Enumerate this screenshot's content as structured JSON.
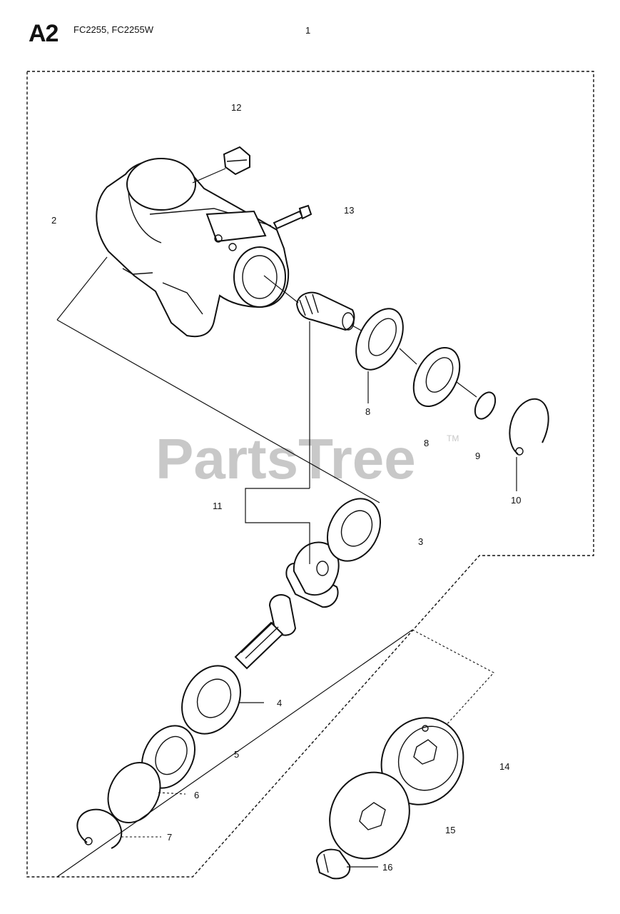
{
  "header": {
    "section_code": "A2",
    "model_codes": "FC2255, FC2255W",
    "group_number": "1"
  },
  "watermark": {
    "text": "PartsTree",
    "trademark": "TM"
  },
  "callouts": [
    {
      "id": "c12",
      "label": "12"
    },
    {
      "id": "c2",
      "label": "2"
    },
    {
      "id": "c13",
      "label": "13"
    },
    {
      "id": "c8a",
      "label": "8"
    },
    {
      "id": "c8b",
      "label": "8"
    },
    {
      "id": "c9",
      "label": "9"
    },
    {
      "id": "c10",
      "label": "10"
    },
    {
      "id": "c11",
      "label": "11"
    },
    {
      "id": "c3",
      "label": "3"
    },
    {
      "id": "c4",
      "label": "4"
    },
    {
      "id": "c5",
      "label": "5"
    },
    {
      "id": "c6",
      "label": "6"
    },
    {
      "id": "c7",
      "label": "7"
    },
    {
      "id": "c14",
      "label": "14"
    },
    {
      "id": "c15",
      "label": "15"
    },
    {
      "id": "c16",
      "label": "16"
    }
  ]
}
